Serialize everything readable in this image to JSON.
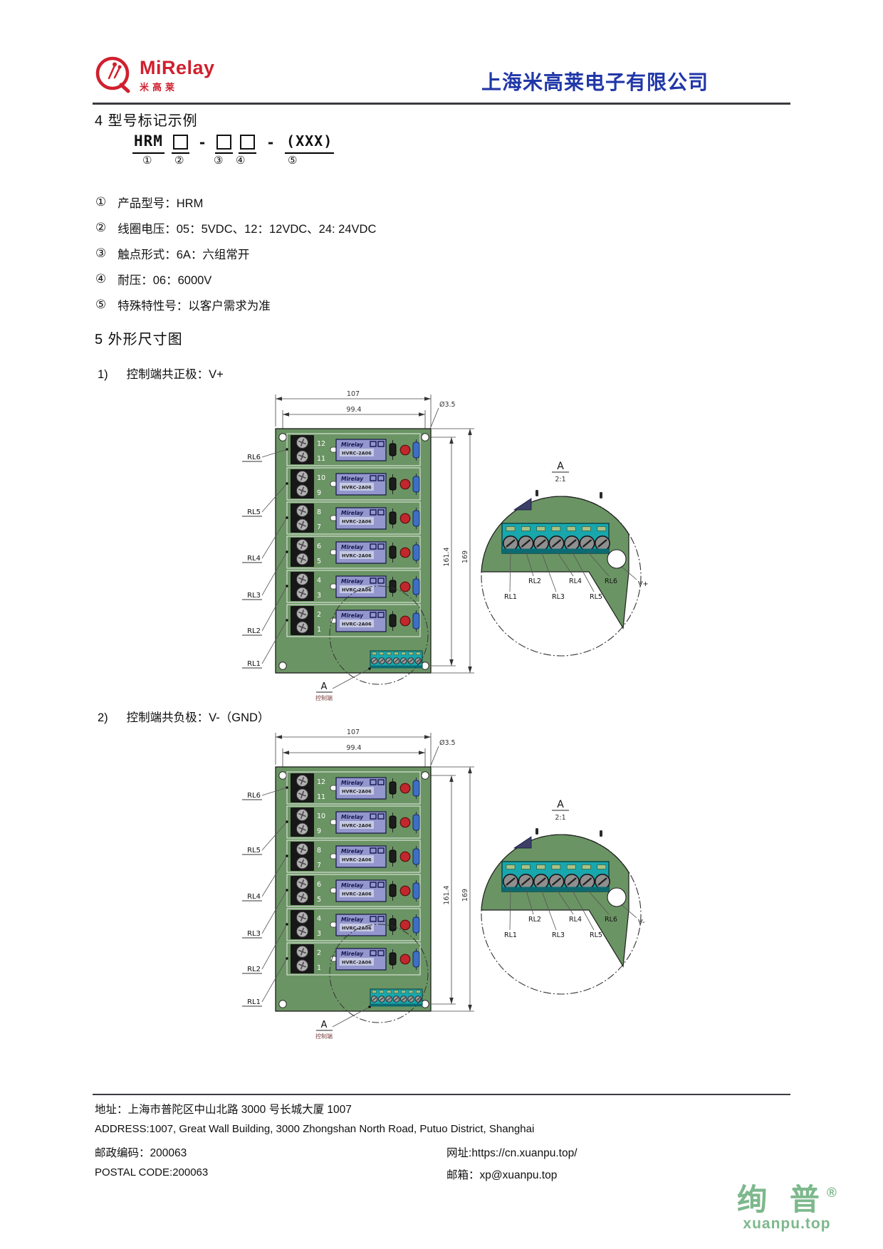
{
  "header": {
    "brand": "MiRelay",
    "brand_cn": "米高莱",
    "company": "上海米高莱电子有限公司",
    "brand_red": "#d0202f",
    "brand_blue": "#2137a8"
  },
  "section4": {
    "title": "4 型号标记示例",
    "model": {
      "prefix": "HRM",
      "sep1": "-",
      "sep2": "-",
      "suffix": "(XXX)",
      "marks": [
        "①",
        "②",
        "③",
        "④",
        "⑤"
      ]
    },
    "items": [
      {
        "num": "①",
        "text": "产品型号：HRM"
      },
      {
        "num": "②",
        "text": "线圈电压：05：5VDC、12：12VDC、24: 24VDC"
      },
      {
        "num": "③",
        "text": "触点形式：6A：六组常开"
      },
      {
        "num": "④",
        "text": "耐压：06：6000V"
      },
      {
        "num": "⑤",
        "text": "特殊特性号：以客户需求为准"
      }
    ]
  },
  "section5": {
    "title": "5 外形尺寸图",
    "variant1_num": "1)",
    "variant1_text": "控制端共正极：V+",
    "variant2_num": "2)",
    "variant2_text": "控制端共负极：V-（GND）"
  },
  "drawing": {
    "dims": {
      "outer_width": "107",
      "inner_width": "99.4",
      "inner_height": "161.4",
      "outer_height": "169",
      "hole": "Ø3.5"
    },
    "detail": {
      "label": "A",
      "scale": "2:1"
    },
    "control": {
      "label": "A",
      "caption": "控制端"
    },
    "relay": {
      "brand": "Mirelay",
      "model": "HVRC-2A06"
    },
    "rl_labels": [
      "RL1",
      "RL2",
      "RL3",
      "RL4",
      "RL5",
      "RL6"
    ],
    "terminals": [
      [
        "12",
        "11"
      ],
      [
        "10",
        "9"
      ],
      [
        "8",
        "7"
      ],
      [
        "6",
        "5"
      ],
      [
        "4",
        "3"
      ],
      [
        "2",
        "1"
      ]
    ],
    "colors": {
      "board": "#6b9464",
      "relay": "#9397cd",
      "relay_inner": "#c6c9e4",
      "led": "#c1272d",
      "resistor": "#3e6fc4",
      "terminal": "#18a7ad",
      "terminal_dark": "#0b6b72",
      "slot_green": "#a9c187"
    }
  },
  "drawings": [
    {
      "polarity": "V+"
    },
    {
      "polarity": "V-"
    }
  ],
  "footer": {
    "address_cn": "地址：上海市普陀区中山北路 3000 号长城大厦 1007",
    "address_en": "ADDRESS:1007, Great Wall Building, 3000 Zhongshan North Road, Putuo District, Shanghai",
    "postal_cn": "邮政编码：200063",
    "postal_en": "POSTAL CODE:200063",
    "web_label": "网址:",
    "web": "https://cn.xuanpu.top/",
    "email_label": "邮箱：",
    "email": "xp@xuanpu.top"
  },
  "watermark": {
    "text": "绚 普",
    "reg": "®",
    "domain": "xuanpu.top"
  }
}
